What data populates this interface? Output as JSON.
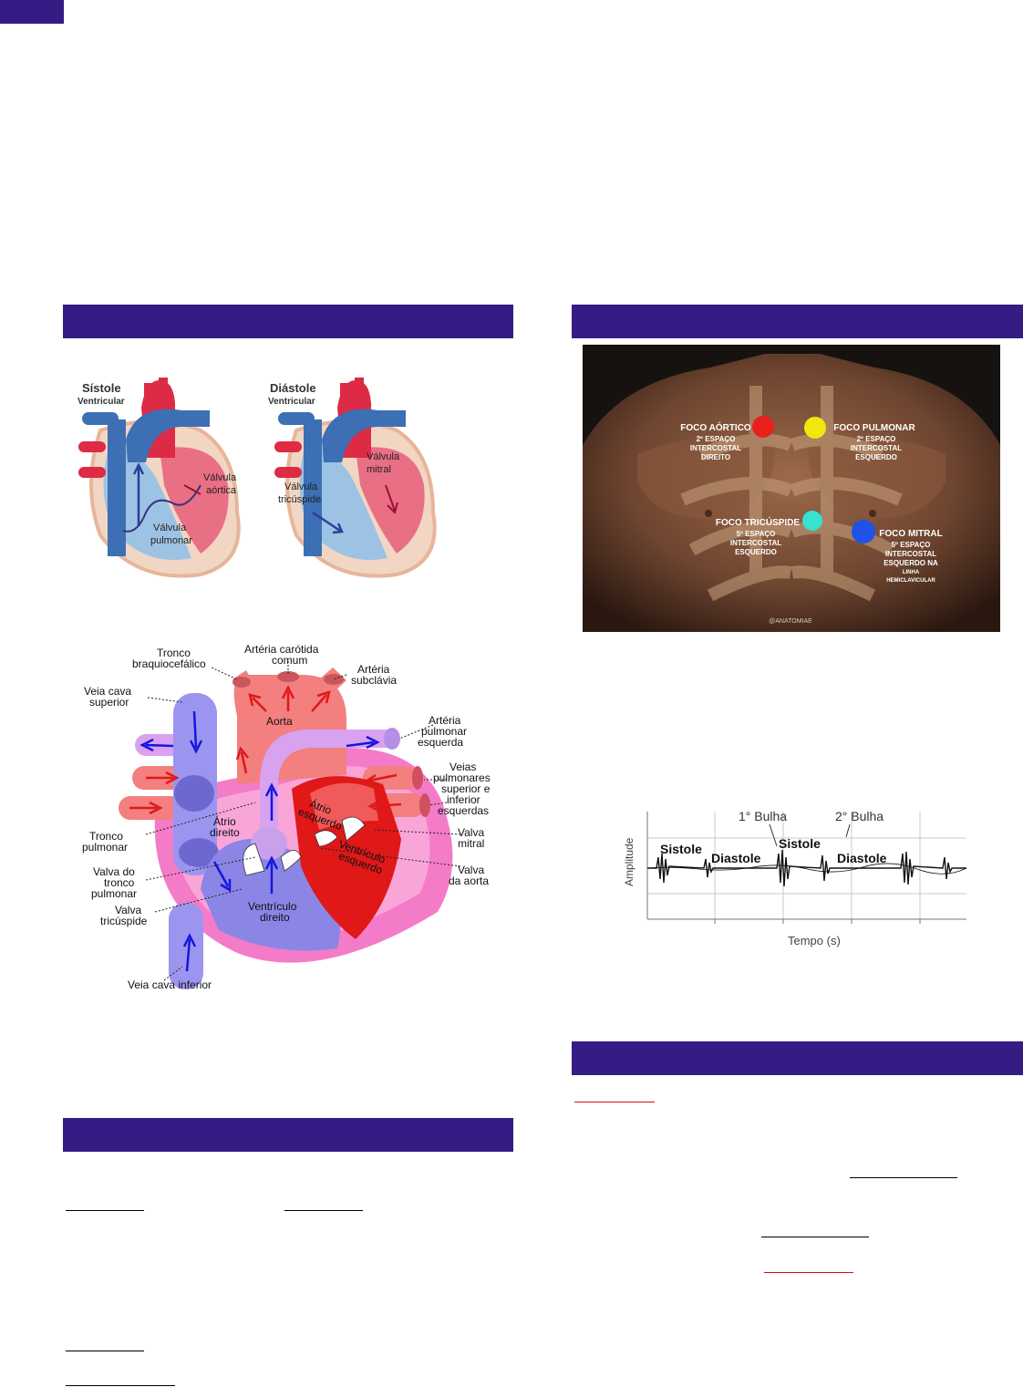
{
  "heart_cycle": {
    "systole_title": "Sístole",
    "systole_sub": "Ventricular",
    "diastole_title": "Diástole",
    "diastole_sub": "Ventricular",
    "valvula_aortica": [
      "Válvula",
      "aórtica"
    ],
    "valvula_pulmonar": [
      "Válvula",
      "pulmonar"
    ],
    "valvula_mitral": [
      "Válvula",
      "mitral"
    ],
    "valvula_tricuspide": [
      "Válvula",
      "tricúspide"
    ]
  },
  "anatomy_labels": {
    "tronco_braquiocefalico": [
      "Tronco",
      "braquiocefálico"
    ],
    "arteria_carotida": [
      "Artéria carótida",
      "comum"
    ],
    "arteria_subclavia": [
      "Artéria",
      "subclávia"
    ],
    "veia_cava_superior": [
      "Veia cava",
      "superior"
    ],
    "aorta": "Aorta",
    "arteria_pulmonar": [
      "Artéria",
      "pulmonar",
      "esquerda"
    ],
    "veias_pulmonares": [
      "Veias",
      "pulmonares",
      "superior e",
      "inferior",
      "esquerdas"
    ],
    "atrio_esquerdo": [
      "Átrio",
      "esquerdo"
    ],
    "atrio_direito": [
      "Átrio",
      "direito"
    ],
    "tronco_pulmonar": [
      "Tronco",
      "pulmonar"
    ],
    "valva_mitral": [
      "Valva",
      "mitral"
    ],
    "ventriculo_esquerdo": [
      "Ventrículo",
      "esquerdo"
    ],
    "valva_aorta": [
      "Valva",
      "da aorta"
    ],
    "valva_tronco_pulmonar": [
      "Valva do",
      "tronco",
      "pulmonar"
    ],
    "valva_tricuspide": [
      "Valva",
      "tricúspide"
    ],
    "ventriculo_direito": [
      "Ventrículo",
      "direito"
    ],
    "veia_cava_inferior": "Veia cava inferior"
  },
  "chest_foci": {
    "aortico": {
      "title": "FOCO AÓRTICO",
      "lines": [
        "2º ESPAÇO",
        "INTERCOSTAL",
        "DIREITO"
      ],
      "color": "#e8211c"
    },
    "pulmonar": {
      "title": "FOCO PULMONAR",
      "lines": [
        "2º ESPAÇO",
        "INTERCOSTAL",
        "ESQUERDO"
      ],
      "color": "#f2e60c"
    },
    "tricuspide": {
      "title": "FOCO TRICÚSPIDE",
      "lines": [
        "5º ESPAÇO",
        "INTERCOSTAL",
        "ESQUERDO"
      ],
      "color": "#35e3cf"
    },
    "mitral": {
      "title": "FOCO MITRAL",
      "lines": [
        "5º ESPAÇO",
        "INTERCOSTAL",
        "ESQUERDO NA",
        "LINHA",
        "HEMICLAVICULAR"
      ],
      "color": "#1f52e6"
    },
    "watermark": "@ANATOMIAE"
  },
  "phonogram": {
    "bulha1": "1° Bulha",
    "bulha2": "2° Bulha",
    "sistole": "Sistole",
    "diastole": "Diastole",
    "ylabel": "Amplitude",
    "xlabel": "Tempo (s)"
  }
}
